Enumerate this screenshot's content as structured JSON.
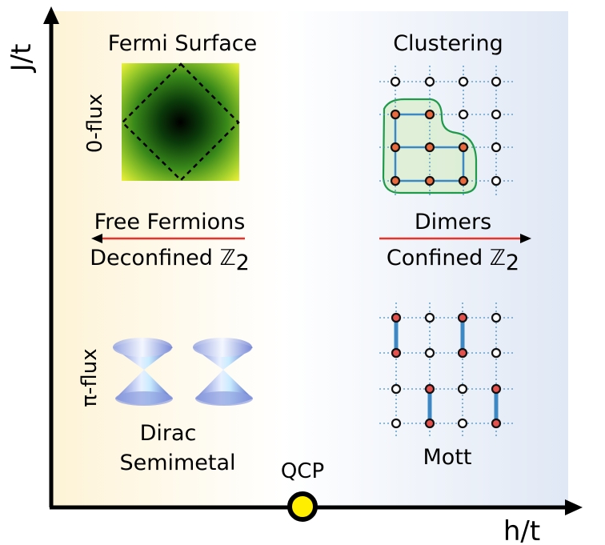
{
  "axes": {
    "x_label": "h/t",
    "y_label": "J/t",
    "critical_point": "QCP"
  },
  "left_phase": {
    "top_label": "Free Fermions",
    "bottom_label": "Deconfined ℤ",
    "bottom_subscript": "2",
    "zero_flux": {
      "label": "0-flux",
      "title": "Fermi Surface"
    },
    "pi_flux": {
      "label": "π-flux",
      "title_line1": "Dirac",
      "title_line2": "Semimetal"
    }
  },
  "right_phase": {
    "top_label": "Dimers",
    "bottom_label": "Confined ℤ",
    "bottom_subscript": "2",
    "upper_panel": {
      "title": "Clustering"
    },
    "lower_panel": {
      "title": "Mott"
    }
  },
  "colors": {
    "background_left": "#fdf5dd",
    "background_mid": "#ffffff",
    "background_right": "#e1e9f6",
    "arrow": "#e8322a",
    "qcp_fill": "#ffee00",
    "site_filled": "#ea6a3e",
    "site_mott": "#e5514d",
    "bond": "#3b88c4",
    "cluster_outline": "#1e9a4a"
  }
}
